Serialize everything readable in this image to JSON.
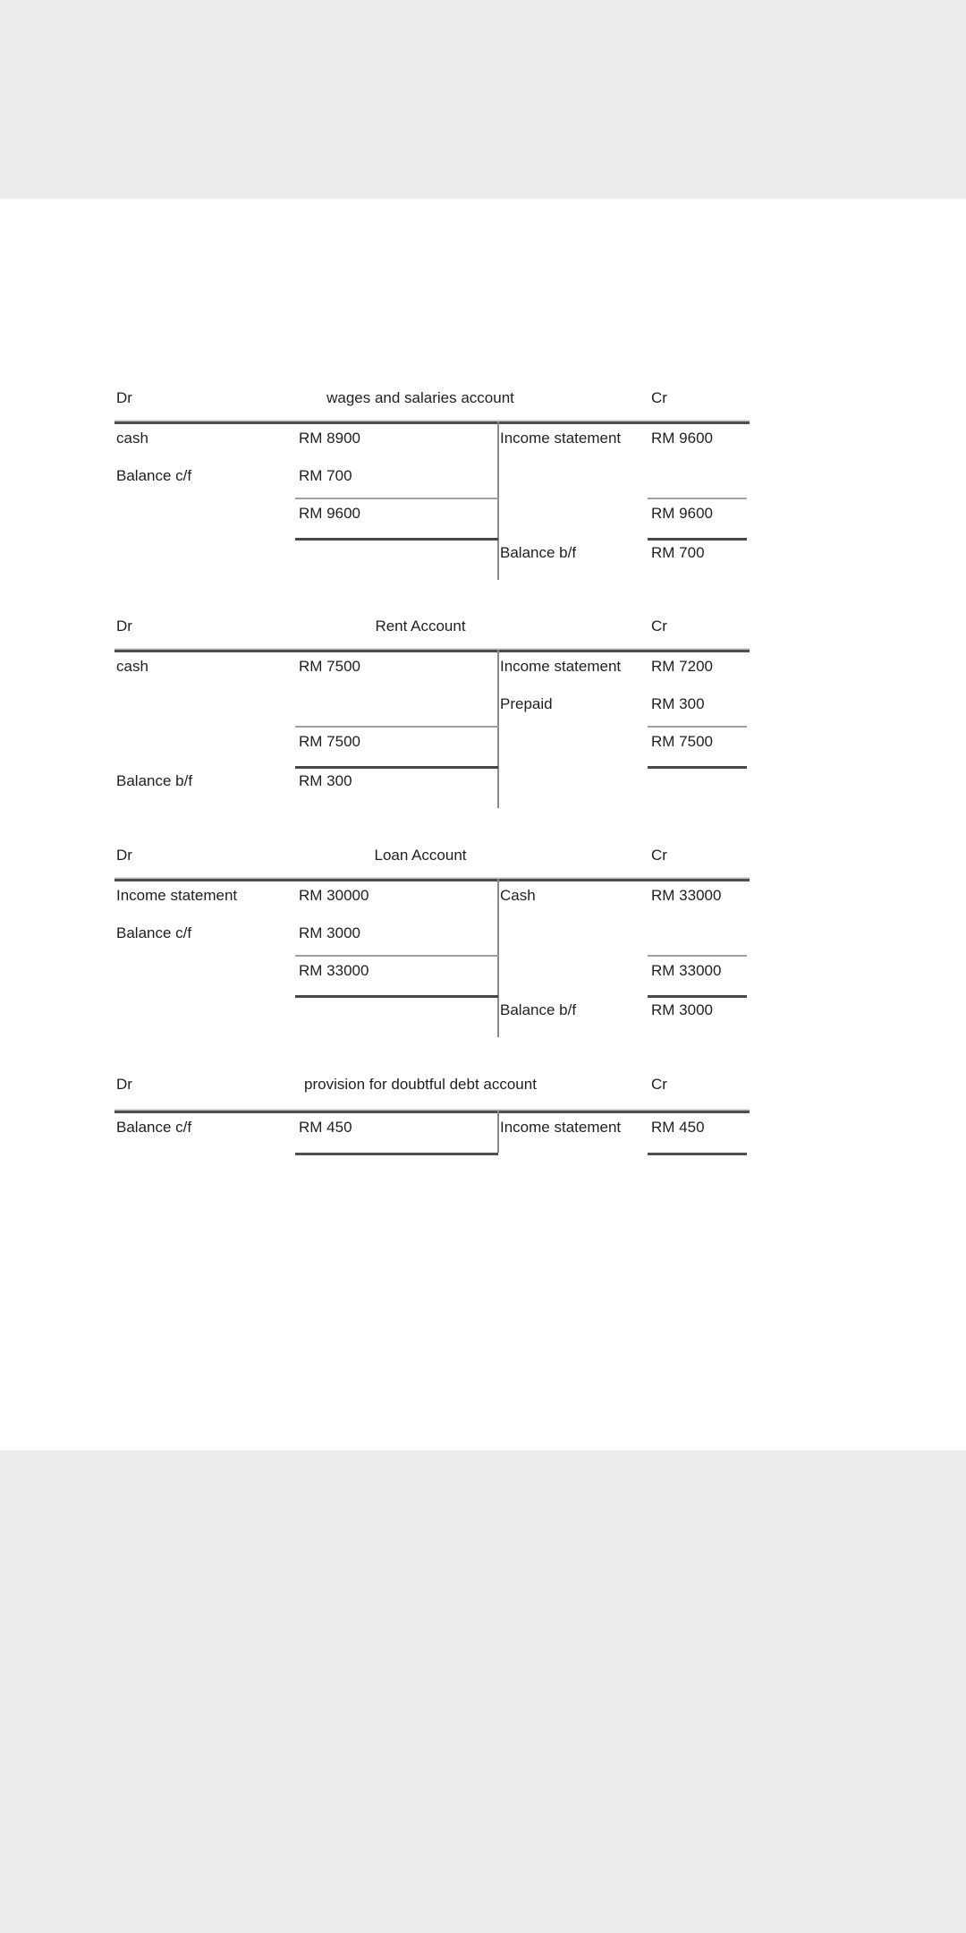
{
  "colors": {
    "page_background": "#ffffff",
    "margin_band_background": "#ececec",
    "text": "#1f1f1f",
    "table_border_dark": "#4f4f4f",
    "table_rule_light": "#a0a0a0",
    "column_divider": "#8a8a8a"
  },
  "accounts": [
    {
      "dr": "Dr",
      "title": "wages and salaries account",
      "cr": "Cr",
      "left": {
        "row1": {
          "label": "cash",
          "amount": "RM 8900"
        },
        "row2": {
          "label": "Balance c/f",
          "amount": "RM 700"
        },
        "total": "RM 9600"
      },
      "right": {
        "row1": {
          "label": "Income statement",
          "amount": "RM 9600"
        },
        "total": "RM 9600",
        "below": {
          "label": "Balance b/f",
          "amount": "RM 700"
        }
      }
    },
    {
      "dr": "Dr",
      "title": "Rent Account",
      "cr": "Cr",
      "left": {
        "row1": {
          "label": "cash",
          "amount": "RM 7500"
        },
        "total": "RM 7500",
        "below": {
          "label": "Balance b/f",
          "amount": "RM 300"
        }
      },
      "right": {
        "row1": {
          "label": "Income statement",
          "amount": "RM 7200"
        },
        "row2": {
          "label": "Prepaid",
          "amount": "RM 300"
        },
        "total": "RM 7500"
      }
    },
    {
      "dr": "Dr",
      "title": "Loan Account",
      "cr": "Cr",
      "left": {
        "row1": {
          "label": "Income statement",
          "amount": "RM 30000"
        },
        "row2": {
          "label": "Balance c/f",
          "amount": "RM 3000"
        },
        "total": "RM 33000"
      },
      "right": {
        "row1": {
          "label": "Cash",
          "amount": "RM 33000"
        },
        "total": "RM 33000",
        "below": {
          "label": "Balance b/f",
          "amount": "RM 3000"
        }
      }
    },
    {
      "dr": "Dr",
      "title": "provision for doubtful debt account",
      "cr": "Cr",
      "left": {
        "row1": {
          "label": "Balance c/f",
          "amount": "RM 450"
        }
      },
      "right": {
        "row1": {
          "label": "Income statement",
          "amount": "RM 450"
        }
      }
    }
  ]
}
